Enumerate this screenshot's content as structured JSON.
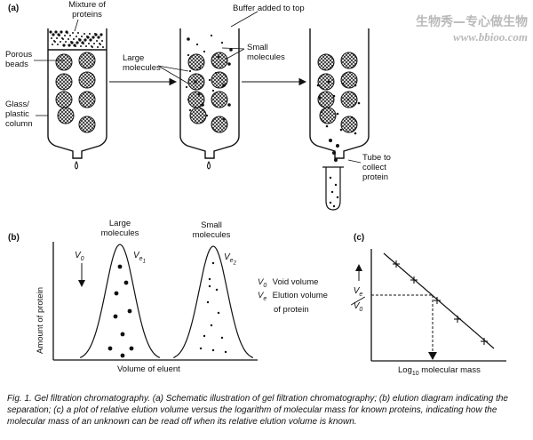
{
  "watermark": {
    "line1": "生物秀—专心做生物",
    "line2": "www.bbioo.com"
  },
  "panel_a": {
    "tag": "(a)",
    "mixture_l1": "Mixture of",
    "mixture_l2": "proteins",
    "porous_l1": "Porous",
    "porous_l2": "beads",
    "glass_l1": "Glass/",
    "glass_l2": "plastic",
    "glass_l3": "column",
    "large_l1": "Large",
    "large_l2": "molecules",
    "small_l1": "Small",
    "small_l2": "molecules",
    "buffer": "Buffer added to top",
    "tube_l1": "Tube to",
    "tube_l2": "collect",
    "tube_l3": "protein"
  },
  "panel_b": {
    "tag": "(b)",
    "v0": "V",
    "v0_sub": "0",
    "large_l1": "Large",
    "large_l2": "molecules",
    "small_l1": "Small",
    "small_l2": "molecules",
    "ve1": "V",
    "ve1_sub": "e",
    "ve1_subsub": "1",
    "ve2": "V",
    "ve2_sub": "e",
    "ve2_subsub": "2",
    "ylabel": "Amount of protein",
    "xlabel": "Volume of eluent",
    "legend_v0_sym": "V",
    "legend_v0_sub": "0",
    "legend_v0_text": "Void volume",
    "legend_ve_sym": "V",
    "legend_ve_sub": "e",
    "legend_ve_text_l1": "Elution volume",
    "legend_ve_text_l2": "of protein"
  },
  "panel_c": {
    "tag": "(c)",
    "ylabel_num": "V",
    "ylabel_num_sub": "e",
    "ylabel_den": "V",
    "ylabel_den_sub": "0",
    "xlabel_pre": "Log",
    "xlabel_sub": "10",
    "xlabel_post": " molecular mass"
  },
  "caption": "Fig. 1.    Gel filtration chromatography. (a) Schematic illustration of gel filtration chromatography; (b) elution diagram indicating the separation; (c) a plot of relative elution volume versus the logarithm of molecular mass for known proteins, indicating how the molecular mass of an unknown can be read off when its relative elution volume is known."
}
